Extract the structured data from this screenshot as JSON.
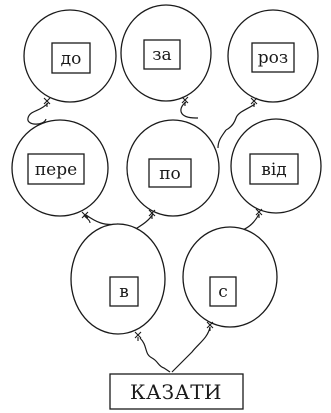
{
  "balloons": [
    {
      "id": "do",
      "label": "до"
    },
    {
      "id": "za",
      "label": "за"
    },
    {
      "id": "roz",
      "label": "роз"
    },
    {
      "id": "pere",
      "label": "пере"
    },
    {
      "id": "po",
      "label": "по"
    },
    {
      "id": "vid",
      "label": "від"
    },
    {
      "id": "v",
      "label": "в"
    },
    {
      "id": "s",
      "label": "с"
    }
  ],
  "root_word": "КАЗАТИ"
}
